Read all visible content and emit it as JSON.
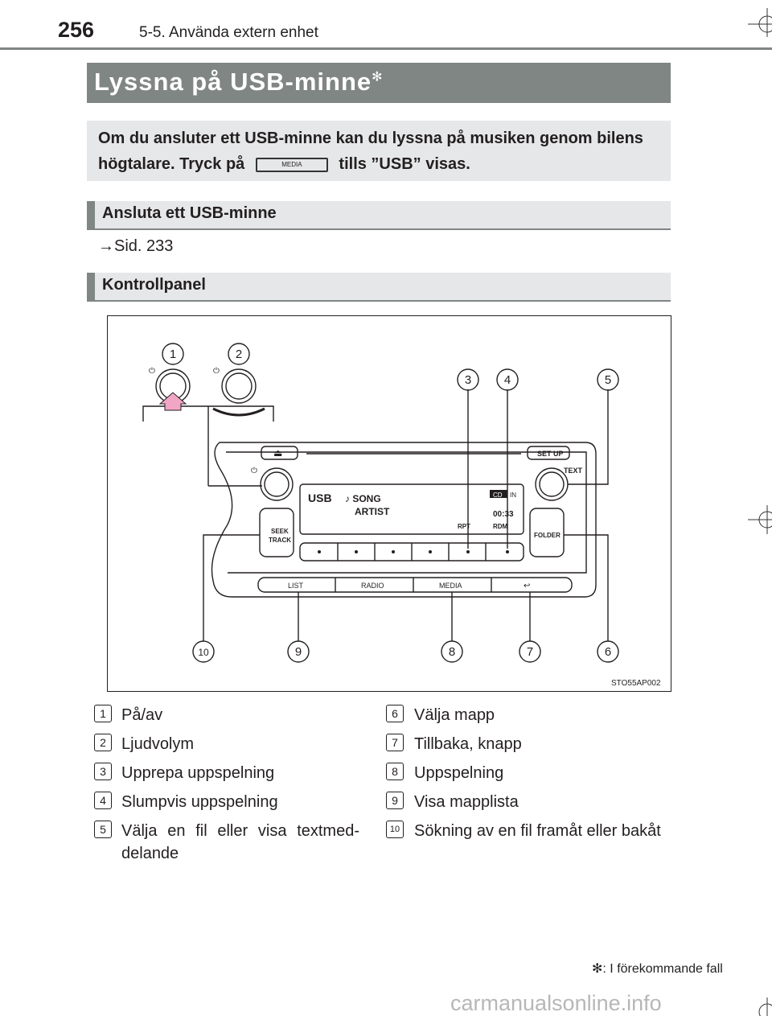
{
  "header": {
    "page_number": "256",
    "section": "5-5. Använda extern enhet"
  },
  "title": {
    "text": "Lyssna på USB-minne",
    "mark": "✻"
  },
  "intro": {
    "part1": "Om du ansluter ett USB-minne kan du lyssna på musiken genom bilens högtalare. Tryck på",
    "button_label": "MEDIA",
    "part2": "tills ”USB” visas."
  },
  "sections": {
    "connect": "Ansluta ett USB-minne",
    "panel": "Kontrollpanel"
  },
  "reference": {
    "arrow": "→",
    "text": "Sid. 233"
  },
  "figure": {
    "code": "STO55AP002",
    "callouts": [
      "1",
      "2",
      "3",
      "4",
      "5",
      "6",
      "7",
      "8",
      "9",
      "10"
    ],
    "panel": {
      "eject": "⏏",
      "setup": "SET UP",
      "text": "TEXT",
      "usb": "USB",
      "song": "♪ SONG",
      "artist": "ARTIST",
      "cd": "CD",
      "in": "IN",
      "time": "00:33",
      "rpt": "RPT",
      "rdm": "RDM",
      "seek": "SEEK",
      "track": "TRACK",
      "folder": "FOLDER",
      "list": "LIST",
      "radio": "RADIO",
      "media": "MEDIA",
      "back": "↩",
      "power": "⏻"
    }
  },
  "legend": [
    {
      "num": "1",
      "text": "På/av"
    },
    {
      "num": "2",
      "text": "Ljudvolym"
    },
    {
      "num": "3",
      "text": "Upprepa uppspelning"
    },
    {
      "num": "4",
      "text": "Slumpvis uppspelning"
    },
    {
      "num": "5",
      "text": "Välja en fil eller visa textmed-delande"
    },
    {
      "num": "6",
      "text": "Välja mapp"
    },
    {
      "num": "7",
      "text": "Tillbaka, knapp"
    },
    {
      "num": "8",
      "text": "Uppspelning"
    },
    {
      "num": "9",
      "text": "Visa mapplista"
    },
    {
      "num": "10",
      "text": "Sökning av en fil framåt eller bakåt"
    }
  ],
  "footnote": {
    "mark": "✻",
    "text": ": I förekommande fall"
  },
  "watermark": "carmanualsonline.info"
}
